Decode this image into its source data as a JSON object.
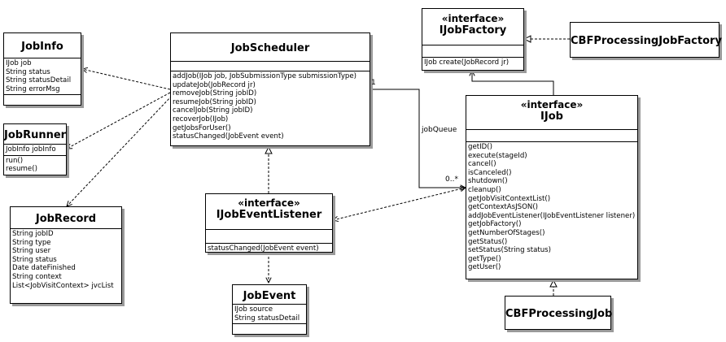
{
  "classes": {
    "jobinfo": {
      "name": "JobInfo",
      "attributes": [
        "IJob job",
        "String status",
        "String statusDetail",
        "String errorMsg"
      ]
    },
    "jobrunner": {
      "name": "JobRunner",
      "attributes": [
        "JobInfo jobInfo"
      ],
      "operations": [
        "run()",
        "resume()"
      ]
    },
    "jobrecord": {
      "name": "JobRecord",
      "attributes": [
        "String jobID",
        "String type",
        "String user",
        "String status",
        "Date dateFinished",
        "String context",
        "List<JobVisitContext> jvcList"
      ]
    },
    "jobscheduler": {
      "name": "JobScheduler",
      "operations": [
        "addJob(IJob job, JobSubmissionType submissionType)",
        "updateJob(JobRecord jr)",
        "removeJob(String jobID)",
        "resumeJob(String jobID)",
        "cancelJob(String jobID)",
        "recoverJob(IJob)",
        "getJobsForUser()",
        "statusChanged(JobEvent event)"
      ]
    },
    "ijobfactory": {
      "stereotype": "«interface»",
      "name": "IJobFactory",
      "operations": [
        "IJob create(JobRecord jr)"
      ]
    },
    "cbfjobfactory": {
      "name": "CBFProcessingJobFactory"
    },
    "ijob": {
      "stereotype": "«interface»",
      "name": "IJob",
      "operations": [
        "getID()",
        "execute(stageId)",
        "cancel()",
        "isCanceled()",
        "shutdown()",
        "cleanup()",
        "getJobVisitContextList()",
        "getContextAsJSON()",
        "addJobEventListener(IJobEventListener listener)",
        "getJobFactory()",
        "getNumberOfStages()",
        "getStatus()",
        "setStatus(String status)",
        "getType()",
        "getUser()"
      ]
    },
    "ijobeventlistener": {
      "stereotype": "«interface»",
      "name": "IJobEventListener",
      "operations": [
        "statusChanged(JobEvent event)"
      ]
    },
    "jobevent": {
      "name": "JobEvent",
      "attributes": [
        "IJob source",
        "String statusDetail"
      ]
    },
    "cbfjob": {
      "name": "CBFProcessingJob"
    }
  },
  "labels": {
    "multiplicity_one": "1",
    "job_queue": "jobQueue",
    "multiplicity_many": "0..*"
  }
}
